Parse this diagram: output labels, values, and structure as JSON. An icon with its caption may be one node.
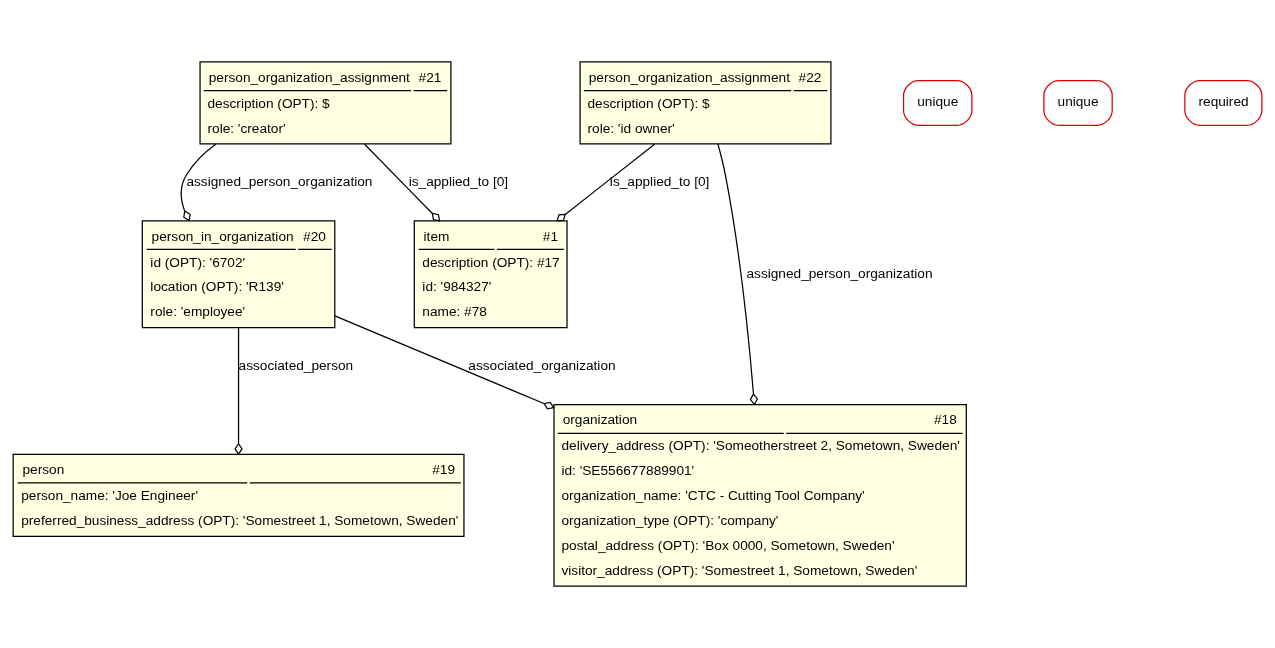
{
  "diagram": {
    "nodes": [
      {
        "text": [
          "item",
          "#1",
          "description (OPT): #17",
          "id: '984327'",
          "name: #78"
        ]
      },
      {
        "text": [
          "unique"
        ]
      },
      {
        "text": [
          "person",
          "#19",
          "person_name: 'Joe Engineer'",
          "preferred_business_address (OPT): 'Somestreet 1, Sometown, Sweden'"
        ]
      },
      {
        "text": [
          "person_organization_assignment",
          "#21",
          "description (OPT): $",
          "role: 'creator'"
        ]
      },
      {
        "text": [
          "person_in_organization",
          "#20",
          "id (OPT): '6702'",
          "location (OPT): 'R139'",
          "role: 'employee'"
        ]
      },
      {
        "text": [
          "unique"
        ]
      },
      {
        "text": [
          "required"
        ]
      },
      {
        "text": [
          "person_organization_assignment",
          "#22",
          "description (OPT): $",
          "role: 'id owner'"
        ]
      },
      {
        "text": [
          "organization",
          "#18",
          "delivery_address (OPT): 'Someotherstreet 2, Sometown, Sweden'",
          "id: 'SE556677889901'",
          "organization_name: 'CTC - Cutting Tool Company'",
          "organization_type (OPT): 'company'",
          "postal_address (OPT): 'Box 0000, Sometown, Sweden'",
          "visitor_address (OPT): 'Somestreet 1, Sometown, Sweden'"
        ]
      }
    ],
    "edges": [
      {
        "from": 3,
        "to": 0,
        "arrow": "other",
        "label": "is_applied_to [0]"
      },
      {
        "from": 7,
        "to": 0,
        "arrow": "other",
        "label": "is_applied_to [0]"
      },
      {
        "from": 4,
        "to": 2,
        "arrow": "other",
        "label": "associated_person"
      },
      {
        "from": 3,
        "to": 4,
        "arrow": "other",
        "label": "assigned_person_organization"
      },
      {
        "from": 4,
        "to": 8,
        "arrow": "other",
        "label": "associated_organization"
      },
      {
        "from": 7,
        "to": 8,
        "arrow": "other",
        "label": "assigned_person_organization"
      }
    ]
  }
}
